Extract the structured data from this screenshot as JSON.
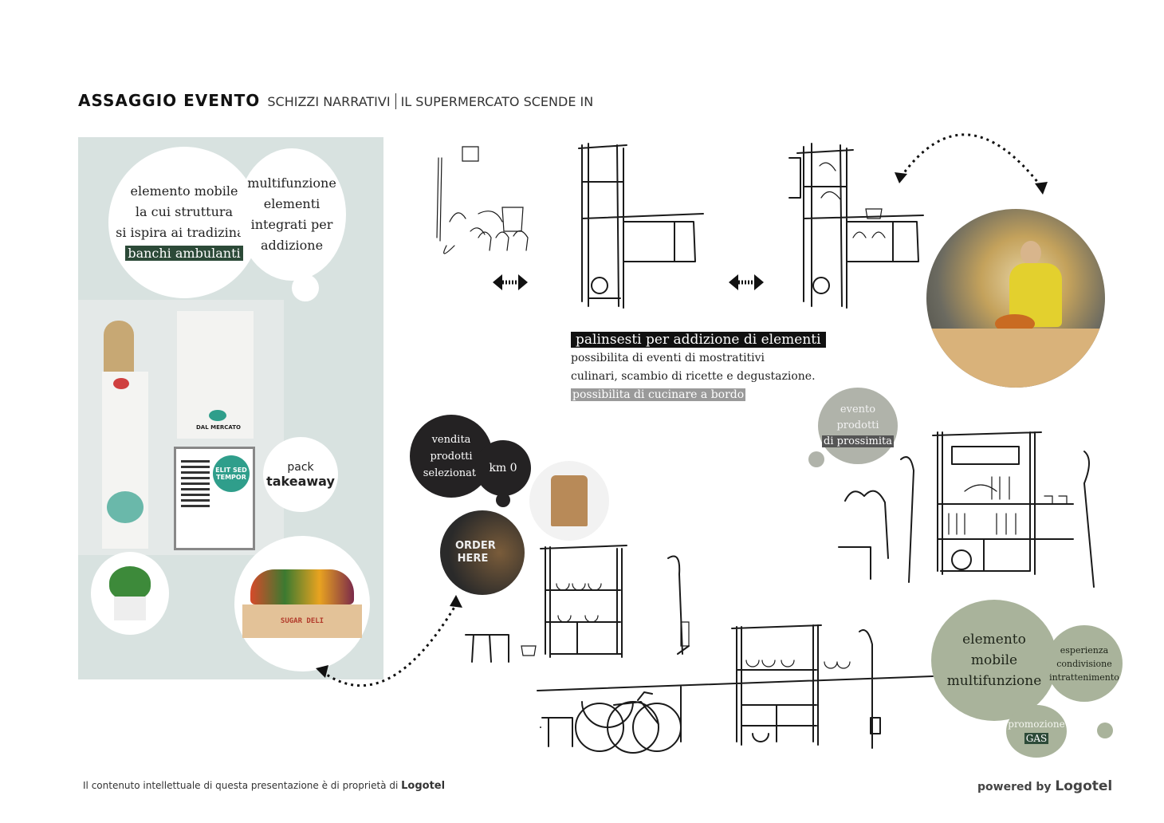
{
  "header": {
    "title": "ASSAGGIO EVENTO",
    "subtitle_1": "SCHIZZI NARRATIVI",
    "subtitle_2": "IL SUPERMERCATO SCENDE IN"
  },
  "bubbles": {
    "mobile_element": {
      "lines": [
        "elemento mobile",
        "la cui struttura",
        "si ispira ai tradizinali"
      ],
      "highlight": "banchi ambulanti"
    },
    "multifunction": {
      "lines": [
        "multifunzione",
        "elementi",
        "integrati per",
        "addizione"
      ]
    },
    "pack": {
      "line1": "pack",
      "line2": "takeaway"
    },
    "vendita": {
      "lines": [
        "vendita",
        "prodotti",
        "selezionati"
      ]
    },
    "km0": {
      "label": "km 0"
    },
    "evento": {
      "line1": "evento",
      "line2": "prodotti",
      "highlight": "di prossimita"
    },
    "bottom_right": {
      "lines": [
        "elemento",
        "mobile",
        "multifunzione"
      ],
      "side": [
        "esperienza",
        "condivisione",
        "intrattenimento"
      ],
      "promo": "promozione",
      "gas": "GAS"
    }
  },
  "palinsesti": {
    "title": "palinsesti per addizione di elementi",
    "line1": "possibilita di eventi di mostratitivi",
    "line2": "culinari, scambio di ricette e degustazione.",
    "highlight": "possibilita di cucinare a bordo"
  },
  "photos": {
    "order_here": "ORDER HERE",
    "crate_label": "SUGAR DELI",
    "bag_label": "DAL MERCATO",
    "poster_text": "ELIT SED TEMPOR"
  },
  "footer": {
    "left_text": "Il contenuto intellettuale di questa presentazione è di proprietà di",
    "left_brand": "Logotel",
    "right_text": "powered by",
    "right_brand": "Logotel"
  },
  "colors": {
    "panel_bg": "#d8e2e0",
    "dark_bubble": "#242223",
    "sage_bubble": "#a9b39b",
    "grey_bubble": "#b0b3aa",
    "highlight_green": "#2c4a38"
  }
}
